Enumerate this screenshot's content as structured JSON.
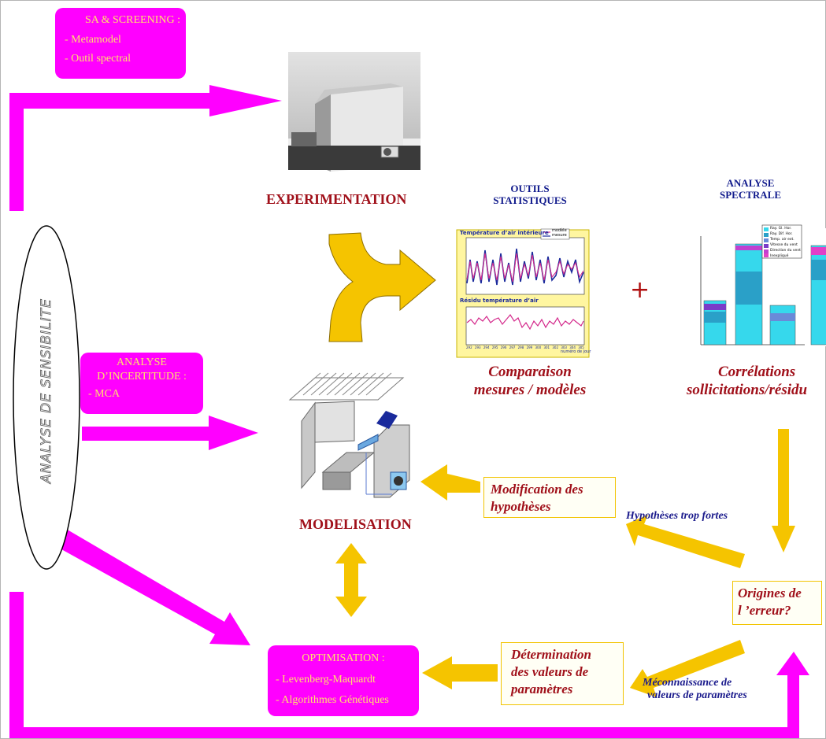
{
  "title": "ANALYSE DE SENSIBILITE",
  "boxes": {
    "sa_screening": {
      "title": "SA & SCREENING :",
      "lines": [
        "- Metamodel",
        "- Outil spectral"
      ]
    },
    "incertitude": {
      "title_line1": "ANALYSE",
      "title_line2": "D’INCERTITUDE :",
      "lines": [
        "- MCA"
      ]
    },
    "optimisation": {
      "title": "OPTIMISATION :",
      "lines": [
        "- Levenberg-Maquardt",
        "- Algorithmes Génétiques"
      ]
    }
  },
  "labels": {
    "experimentation": "EXPERIMENTATION",
    "modelisation": "MODELISATION",
    "outils_line1": "OUTILS",
    "outils_line2": "STATISTIQUES",
    "spectrale_line1": "ANALYSE",
    "spectrale_line2": "SPECTRALE",
    "comparaison_line1": "Comparaison",
    "comparaison_line2": "mesures / modèles",
    "correlations_line1": "Corrélations",
    "correlations_line2": "sollicitations/résidu",
    "plus_sign": "+",
    "hypotheses_fortes": "Hypothèses trop fortes",
    "meconnaissance_line1": "Méconnaissance de",
    "meconnaissance_line2": "valeurs de paramètres"
  },
  "yellow_boxes": {
    "modification_line1": "Modification des",
    "modification_line2": "hypothèses",
    "origines_line1": "Origines de",
    "origines_line2": "l ’erreur?",
    "determination_line1": "Détermination",
    "determination_line2": "des valeurs de",
    "determination_line3": "paramètres"
  },
  "chart_stats": {
    "title_top": "Température d’air intérieure",
    "title_bottom": "Résidu température d’air",
    "legend": [
      "modèle",
      "mesure"
    ],
    "xlabel": "numéro de jour",
    "x_ticks": [
      "292",
      "293",
      "294",
      "295",
      "296",
      "297",
      "298",
      "299",
      "300",
      "301",
      "302",
      "303",
      "304",
      "305"
    ],
    "colors": {
      "background": "#fff6a0",
      "model": "#d42a8c",
      "measure": "#1a2a9c",
      "residual": "#d42a8c"
    }
  },
  "chart_spectral": {
    "legend": [
      "Ray. Gl. Hor.",
      "Ray. Dif. Hor.",
      "Temp. air ext.",
      "Vitesse du vent",
      "Direction du vent",
      "Inexpliqué"
    ],
    "colors": [
      "#36d8ec",
      "#2aa0c8",
      "#6a8ad8",
      "#7a3cc8",
      "#c040d0",
      "#e040c8"
    ]
  },
  "colors": {
    "magenta": "#ff00ff",
    "yellow": "#f5c400",
    "dark_red": "#a0101a",
    "navy": "#101a8c"
  },
  "icons": [
    "building-photo",
    "building-model-icon"
  ]
}
